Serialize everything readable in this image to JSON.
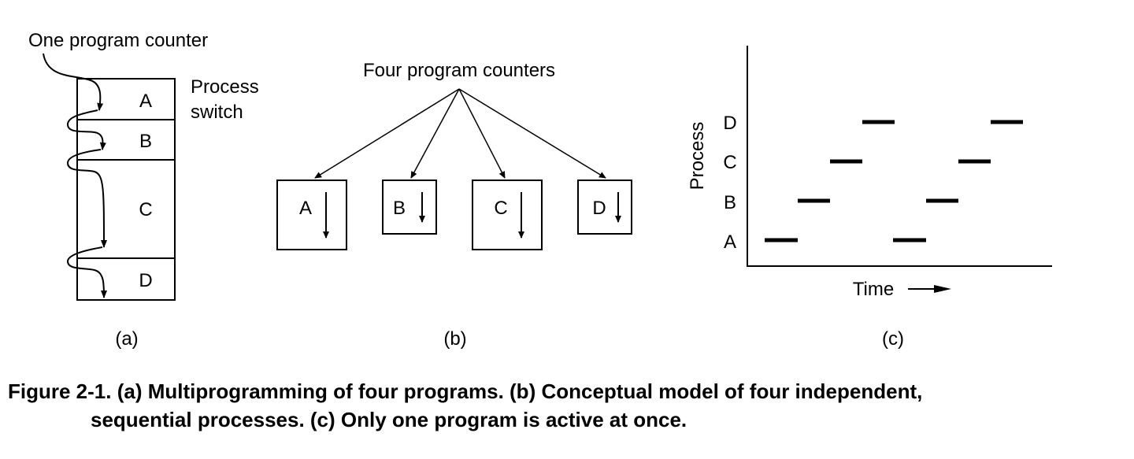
{
  "panel_a": {
    "counter_label": "One program counter",
    "switch_label_line1": "Process",
    "switch_label_line2": "switch",
    "blocks": [
      "A",
      "B",
      "C",
      "D"
    ],
    "sublabel": "(a)"
  },
  "panel_b": {
    "counters_label": "Four program counters",
    "boxes": [
      "A",
      "B",
      "C",
      "D"
    ],
    "sublabel": "(b)"
  },
  "panel_c": {
    "ylabel": "Process",
    "xlabel": "Time",
    "levels": [
      "A",
      "B",
      "C",
      "D"
    ],
    "sublabel": "(c)"
  },
  "caption": {
    "line1": "Figure 2-1. (a) Multiprogramming of four programs. (b) Conceptual model of four independent,",
    "line2": "sequential processes. (c) Only one program is active at once."
  },
  "colors": {
    "ink": "#000000",
    "background": "#ffffff"
  }
}
